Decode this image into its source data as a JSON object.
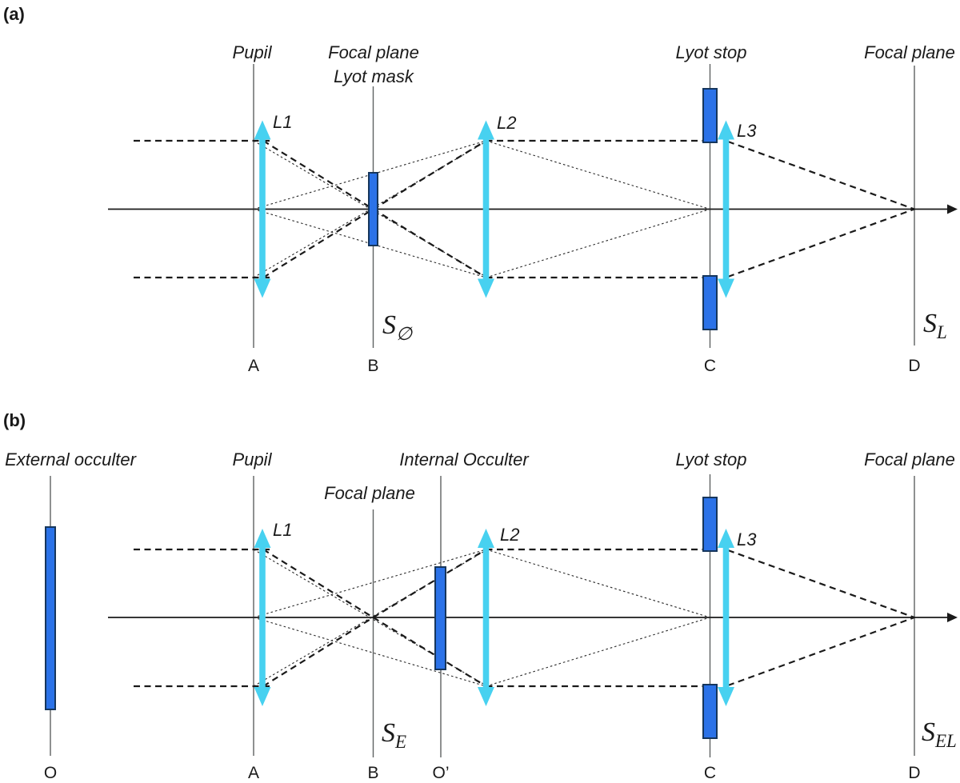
{
  "panel_a": {
    "tag": "(a)",
    "plane_labels": {
      "pupil": "Pupil",
      "focal_mask_line1": "Focal plane",
      "focal_mask_line2": "Lyot mask",
      "lyot_stop": "Lyot stop",
      "focal_plane": "Focal plane"
    },
    "lens_labels": {
      "l1": "L1",
      "l2": "L2",
      "l3": "L3"
    },
    "axis_points": {
      "a": "A",
      "b": "B",
      "c": "C",
      "d": "D"
    },
    "field_labels": {
      "s_mask_base": "S",
      "s_mask_sub": "∅",
      "s_lyot_base": "S",
      "s_lyot_sub": "L"
    }
  },
  "panel_b": {
    "tag": "(b)",
    "plane_labels": {
      "external_occulter": "External occulter",
      "pupil": "Pupil",
      "focal_plane_b": "Focal plane",
      "internal_occulter": "Internal Occulter",
      "lyot_stop": "Lyot stop",
      "focal_plane": "Focal plane"
    },
    "lens_labels": {
      "l1": "L1",
      "l2": "L2",
      "l3": "L3"
    },
    "axis_points": {
      "o": "O",
      "a": "A",
      "b": "B",
      "o_prime": "O’",
      "c": "C",
      "d": "D"
    },
    "field_labels": {
      "s_ext_base": "S",
      "s_ext_sub": "E",
      "s_extlyot_base": "S",
      "s_extlyot_sub": "EL"
    }
  },
  "colors": {
    "lens_cyan": "#47D1F0",
    "stop_blue_fill": "#2B72E8",
    "stop_blue_border": "#16365C",
    "plane_gray": "#5f6262",
    "ray_black": "#1a1a1a"
  }
}
